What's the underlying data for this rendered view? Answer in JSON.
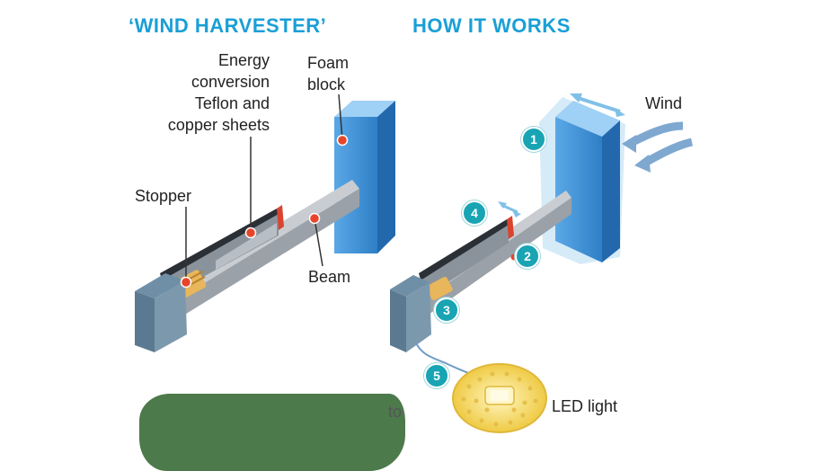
{
  "headings": {
    "left": "‘WIND HARVESTER’",
    "right": "HOW IT WORKS"
  },
  "labels": {
    "energy_line1": "Energy",
    "energy_line2": "conversion",
    "energy_line3": "Teflon and",
    "energy_line4": "copper sheets",
    "foam_line1": "Foam",
    "foam_line2": "block",
    "stopper": "Stopper",
    "beam": "Beam",
    "wind": "Wind",
    "led": "LED light",
    "obscured_fragment": "to"
  },
  "steps": [
    "1",
    "2",
    "3",
    "4",
    "5"
  ],
  "colors": {
    "heading": "#1a9fd6",
    "block": "#3d8fd6",
    "badge": "#19a4b4",
    "marker": "#e8442a",
    "led": "#f3d45a",
    "blob": "#4d7a4b"
  }
}
